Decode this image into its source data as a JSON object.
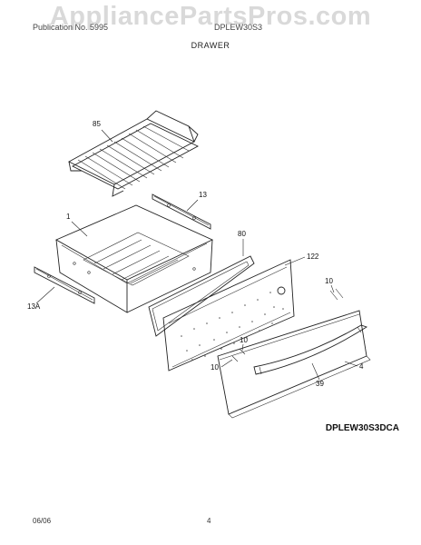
{
  "header": {
    "left_text": "Publication No. 5995",
    "right_text": "DPLEW30S3",
    "section_title": "DRAWER"
  },
  "watermark": "AppliancePartsPros.com",
  "model_code": "DPLEW30S3DCA",
  "footer": {
    "date": "06/06",
    "page": "4"
  },
  "part_labels": {
    "rack": "85",
    "rear_slide": "13",
    "drawer_pan": "1",
    "gasket": "80",
    "inner_panel": "122",
    "left_slide": "13A",
    "screw_right": "10",
    "screw_center_top": "10",
    "screw_center_left": "10",
    "drawer_front": "4",
    "handle": "39"
  }
}
